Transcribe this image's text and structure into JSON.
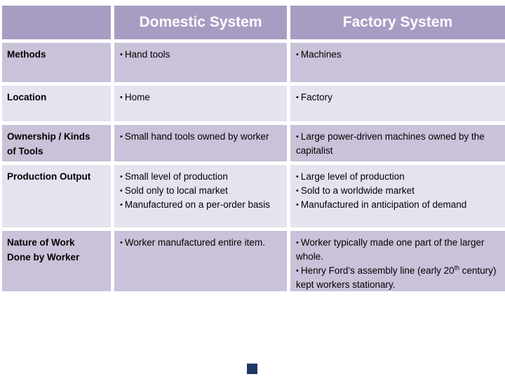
{
  "page": {
    "background_color": "#ffffff"
  },
  "table": {
    "bullet_char": "•",
    "header": {
      "col1": "",
      "col2": "Domestic System",
      "col3": "Factory System"
    },
    "rows": [
      {
        "label": "Methods",
        "domestic": [
          "Hand tools"
        ],
        "factory": [
          "Machines"
        ]
      },
      {
        "label": "Location",
        "domestic": [
          "Home"
        ],
        "factory": [
          "Factory"
        ]
      },
      {
        "label": "Ownership / Kinds of Tools",
        "domestic": [
          "Small hand tools owned by worker"
        ],
        "factory": [
          "Large power-driven machines owned by the capitalist"
        ]
      },
      {
        "label": "Production Output",
        "domestic": [
          "Small level of production",
          "Sold only to local market",
          "Manufactured on a per-order basis"
        ],
        "factory": [
          "Large level of production",
          "Sold to a worldwide market",
          "Manufactured in anticipation of demand"
        ]
      },
      {
        "label": "Nature of Work Done by Worker",
        "domestic": [
          "Worker manufactured entire item."
        ],
        "factory": [
          "Worker typically made one part of the larger whole.",
          "Henry Ford’s assembly line (early 20th century) kept workers stationary."
        ]
      }
    ],
    "colors": {
      "header_background": "#a89cc3",
      "band_dark": "#cac2d9",
      "band_light": "#e6e3ef",
      "header_text": "#ffffff",
      "body_text": "#000000",
      "gridline": "#ffffff"
    }
  },
  "decoration": {
    "bottom_square_color": "#203864"
  }
}
